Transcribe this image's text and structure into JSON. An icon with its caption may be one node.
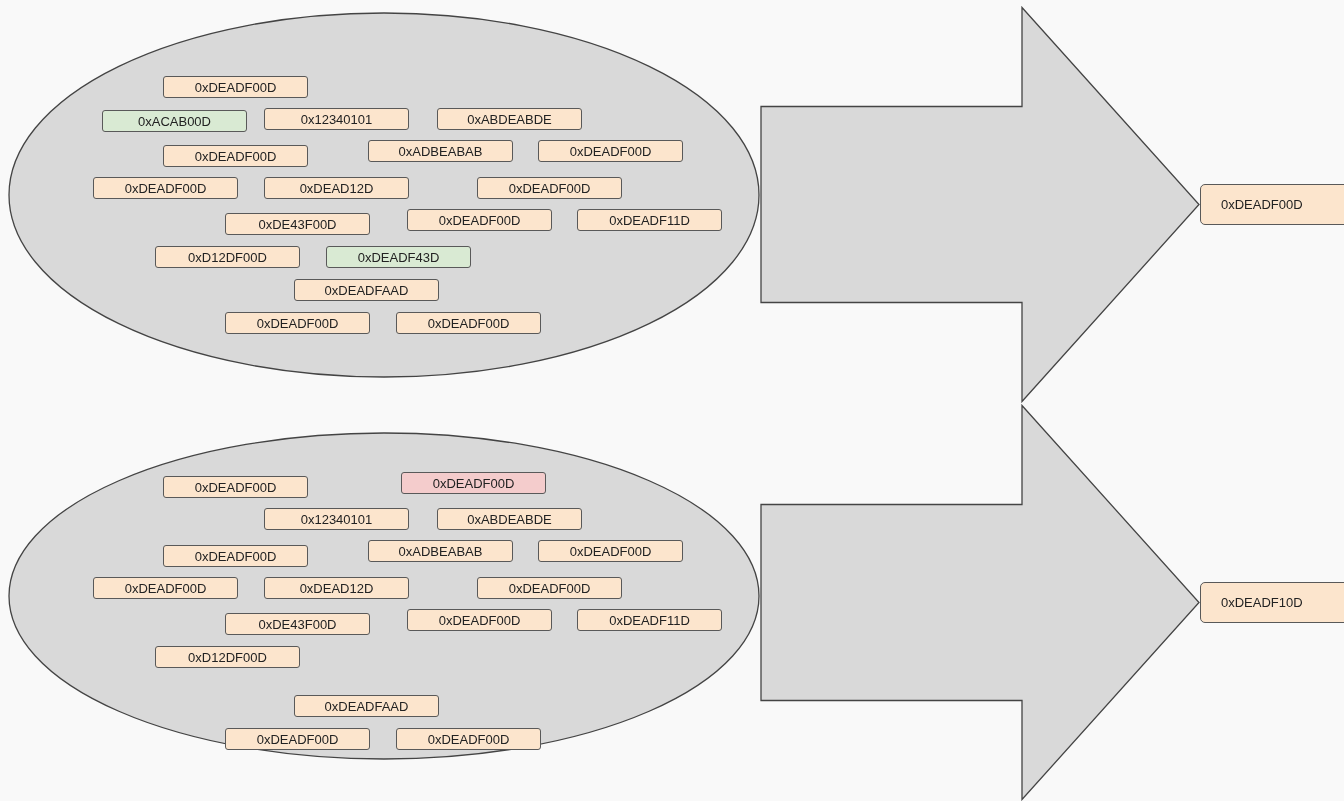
{
  "diagram": {
    "nodes": [
      {
        "text": [],
        "shape": "ellipse"
      },
      {
        "text": [
          "0xDEADF00D"
        ],
        "in": 0
      },
      {
        "text": [
          "0xACAB00D"
        ],
        "in": 0
      },
      {
        "text": [
          "0x12340101"
        ],
        "in": 0
      },
      {
        "text": [
          "0xABDEABDE"
        ],
        "in": 0
      },
      {
        "text": [
          "0xDEADF00D"
        ],
        "in": 0
      },
      {
        "text": [
          "0xADBEABAB"
        ],
        "in": 0
      },
      {
        "text": [
          "0xDEADF00D"
        ],
        "in": 0
      },
      {
        "text": [
          "0xDEADF00D"
        ],
        "in": 0
      },
      {
        "text": [
          "0xDEAD12D"
        ],
        "in": 0
      },
      {
        "text": [
          "0xDEADF00D"
        ],
        "in": 0
      },
      {
        "text": [
          "0xDE43F00D"
        ],
        "in": 0
      },
      {
        "text": [
          "0xDEADF00D"
        ],
        "in": 0
      },
      {
        "text": [
          "0xDEADF11D"
        ],
        "in": 0
      },
      {
        "text": [
          "0xD12DF00D"
        ],
        "in": 0
      },
      {
        "text": [
          "0xDEADF43D"
        ],
        "in": 0
      },
      {
        "text": [
          "0xDEADFAAD"
        ],
        "in": 0
      },
      {
        "text": [
          "0xDEADF00D"
        ],
        "in": 0
      },
      {
        "text": [
          "0xDEADF00D"
        ],
        "in": 0
      },
      {
        "text": [
          "0xDEADF00D"
        ]
      },
      {
        "text": [],
        "shape": "ellipse"
      },
      {
        "text": [
          "0xDEADF00D"
        ],
        "in": 20
      },
      {
        "text": [
          "0xDEADF00D"
        ],
        "in": 20
      },
      {
        "text": [
          "0x12340101"
        ],
        "in": 20
      },
      {
        "text": [
          "0xABDEABDE"
        ],
        "in": 20
      },
      {
        "text": [
          "0xDEADF00D"
        ],
        "in": 20
      },
      {
        "text": [
          "0xADBEABAB"
        ],
        "in": 20
      },
      {
        "text": [
          "0xDEADF00D"
        ],
        "in": 20
      },
      {
        "text": [
          "0xDEADF00D"
        ],
        "in": 20
      },
      {
        "text": [
          "0xDEAD12D"
        ],
        "in": 20
      },
      {
        "text": [
          "0xDEADF00D"
        ],
        "in": 20
      },
      {
        "text": [
          "0xDE43F00D"
        ],
        "in": 20
      },
      {
        "text": [
          "0xDEADF00D"
        ],
        "in": 20
      },
      {
        "text": [
          "0xDEADF11D"
        ],
        "in": 20
      },
      {
        "text": [
          "0xD12DF00D"
        ],
        "in": 20
      },
      {
        "text": [
          "0xDEADFAAD"
        ],
        "in": 20
      },
      {
        "text": [
          "0xDEADF00D"
        ],
        "in": 20
      },
      {
        "text": [
          "0xDEADF00D"
        ],
        "in": 20
      },
      {
        "text": [
          "0xDEADF10D"
        ]
      }
    ],
    "edges": [
      {
        "from": 0,
        "to": 19,
        "arrow": "to"
      },
      {
        "from": 20,
        "to": 38,
        "arrow": "to"
      }
    ]
  }
}
